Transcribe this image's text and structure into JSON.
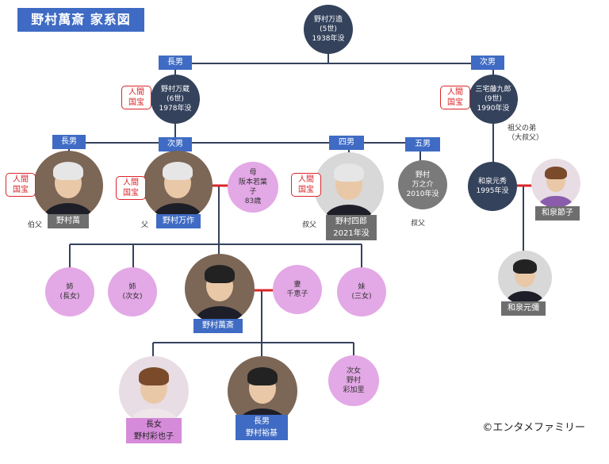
{
  "title": "野村萬斎 家系図",
  "credit": "©エンタメファミリー",
  "colors": {
    "navy": "#34425c",
    "blue": "#3f6bc4",
    "pink": "#e3a8e6",
    "red": "#d9262a",
    "line": "#34425c"
  },
  "treasure": "人間\n国宝",
  "persons": {
    "manzo5": "野村万造\n(5世)\n1938年没",
    "manzo6": "野村万蔵\n(6世)\n1978年没",
    "miyake": "三宅藤九郎\n(9世)\n1990年没",
    "man": "野村萬",
    "mansaku": "野村万作",
    "mother": "母\n阪本若葉\n子\n83歳",
    "shiro": "野村四郎\n2021年没",
    "mannosuke": "野村\n万之介\n2010年没",
    "motohide": "和泉元秀\n1995年没",
    "setsuko": "和泉節子",
    "motoya": "和泉元彌",
    "sister1": "姉\n(長女)",
    "sister2": "姉\n(次女)",
    "mansai": "野村萬斎",
    "wife": "妻\n千恵子",
    "sister3": "妹\n(三女)",
    "sayako": "長女\n野村彩也子",
    "yuki": "長男\n野村裕基",
    "sakari": "次女\n野村\n彩加里"
  },
  "relations": {
    "chonan1": "長男",
    "jinan1": "次男",
    "chonan2": "長男",
    "jinan2": "次男",
    "shinan": "四男",
    "gonan": "五男",
    "uncle_man": "伯父",
    "father": "父",
    "uncle_shiro": "叔父",
    "uncle_mannosuke": "叔父",
    "great_uncle": "祖父の弟\n（大叔父）"
  }
}
